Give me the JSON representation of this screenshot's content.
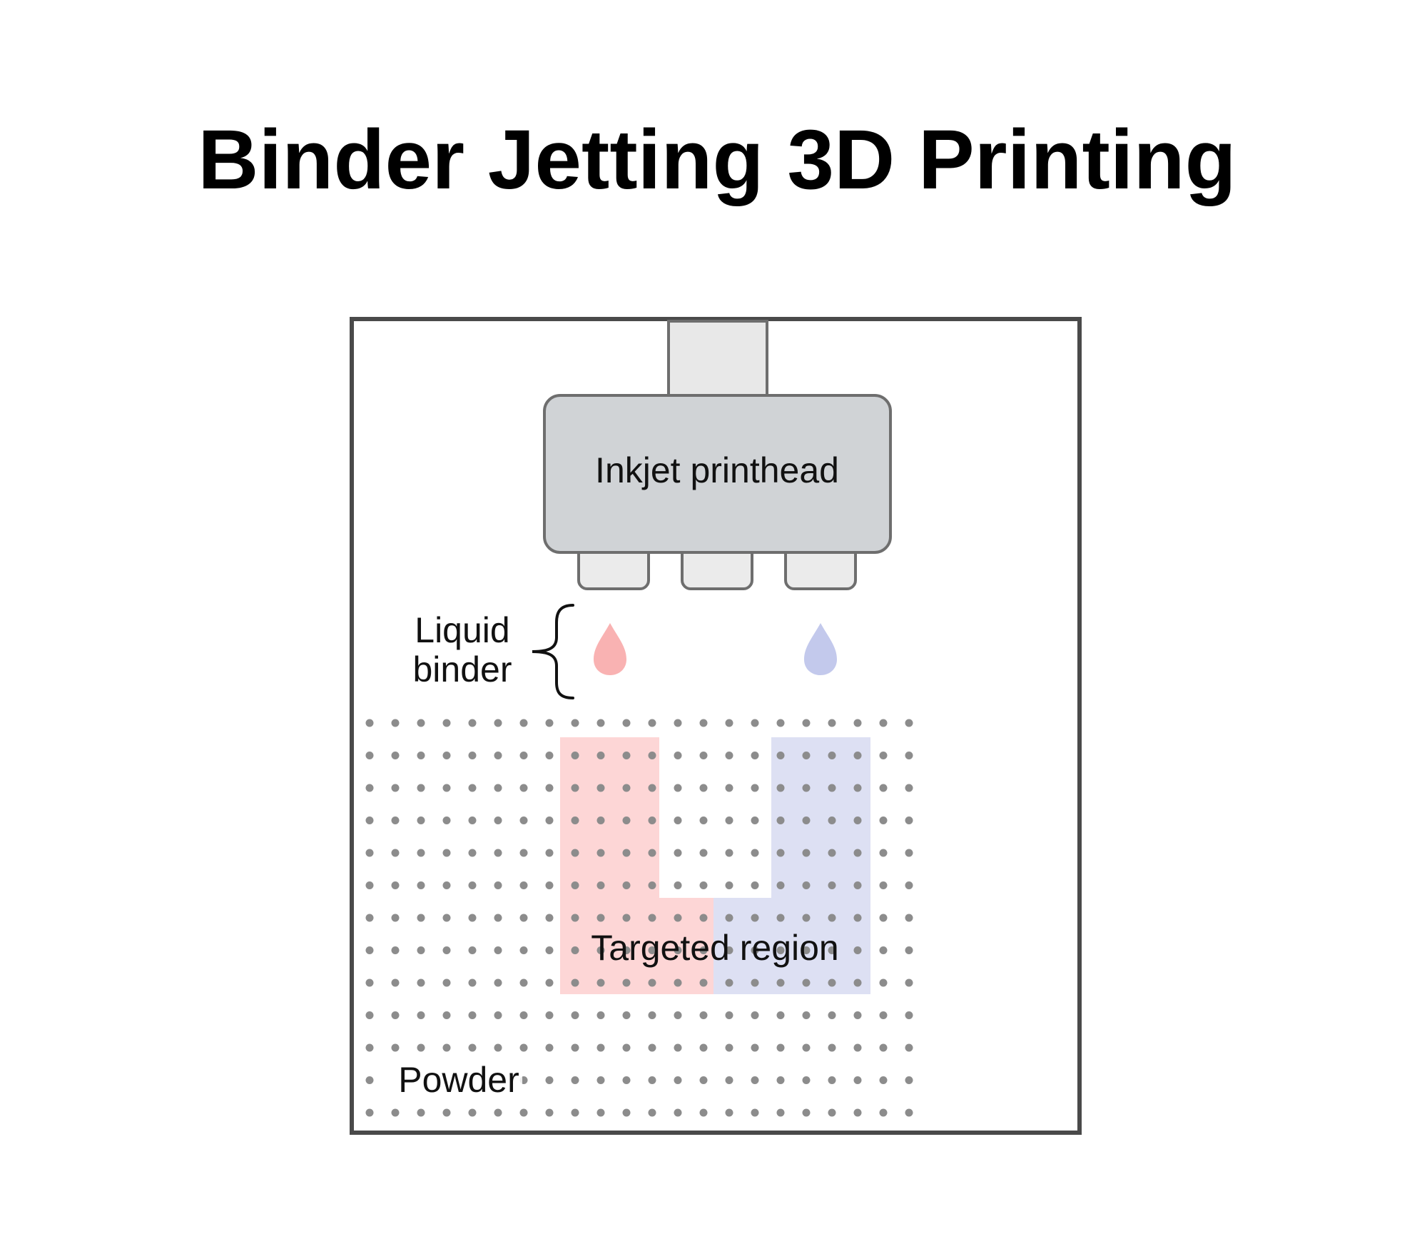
{
  "title": "Binder Jetting 3D Printing",
  "labels": {
    "printhead": "Inkjet printhead",
    "liquid_binder_line1": "Liquid",
    "liquid_binder_line2": "binder",
    "targeted_region": "Targeted region",
    "powder": "Powder"
  },
  "colors": {
    "frame": "#4a4a4a",
    "printhead_fill": "#d0d3d6",
    "mount_fill": "#e8e8e8",
    "nozzle_fill": "#ebebeb",
    "binder_red": "#f9b2b2",
    "binder_blue": "#c3c9ec",
    "region_red": "#fdd6d6",
    "region_blue": "#dde0f3",
    "powder_dot": "#8c8c8c"
  },
  "icons": {
    "left_drop": "droplet-icon",
    "right_drop": "droplet-icon",
    "bracket": "curly-brace-icon"
  }
}
